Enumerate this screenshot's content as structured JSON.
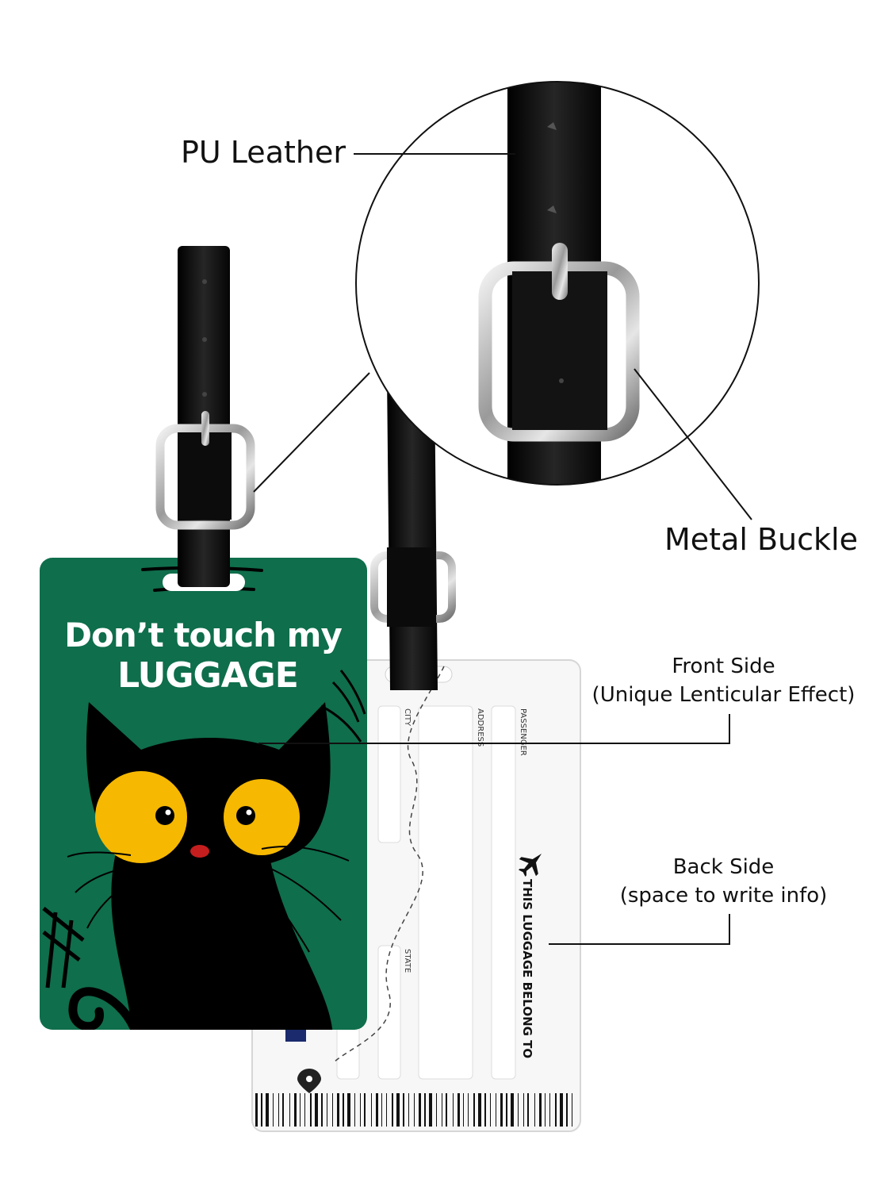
{
  "callouts": {
    "pu_leather": "PU Leather",
    "metal_buckle": "Metal Buckle",
    "front_side_title": "Front Side",
    "front_side_note": "(Unique Lenticular Effect)",
    "back_side_title": "Back Side",
    "back_side_note": "(space to write info)"
  },
  "front_tag": {
    "line1": "Don’t touch my",
    "line2": "LUGGAGE",
    "background_color": "#0f6e4c",
    "eye_color": "#f6b800"
  },
  "back_tag": {
    "heading": "THIS LUGGAGE BELONG TO",
    "fields": [
      "PASSENGER",
      "ADDRESS",
      "CITY",
      "STATE"
    ],
    "plane_icon": "airplane-icon",
    "pin_icon": "location-pin-icon"
  },
  "colors": {
    "strap": "#111111",
    "buckle": "#c9c9c9",
    "callout_line": "#111111"
  }
}
